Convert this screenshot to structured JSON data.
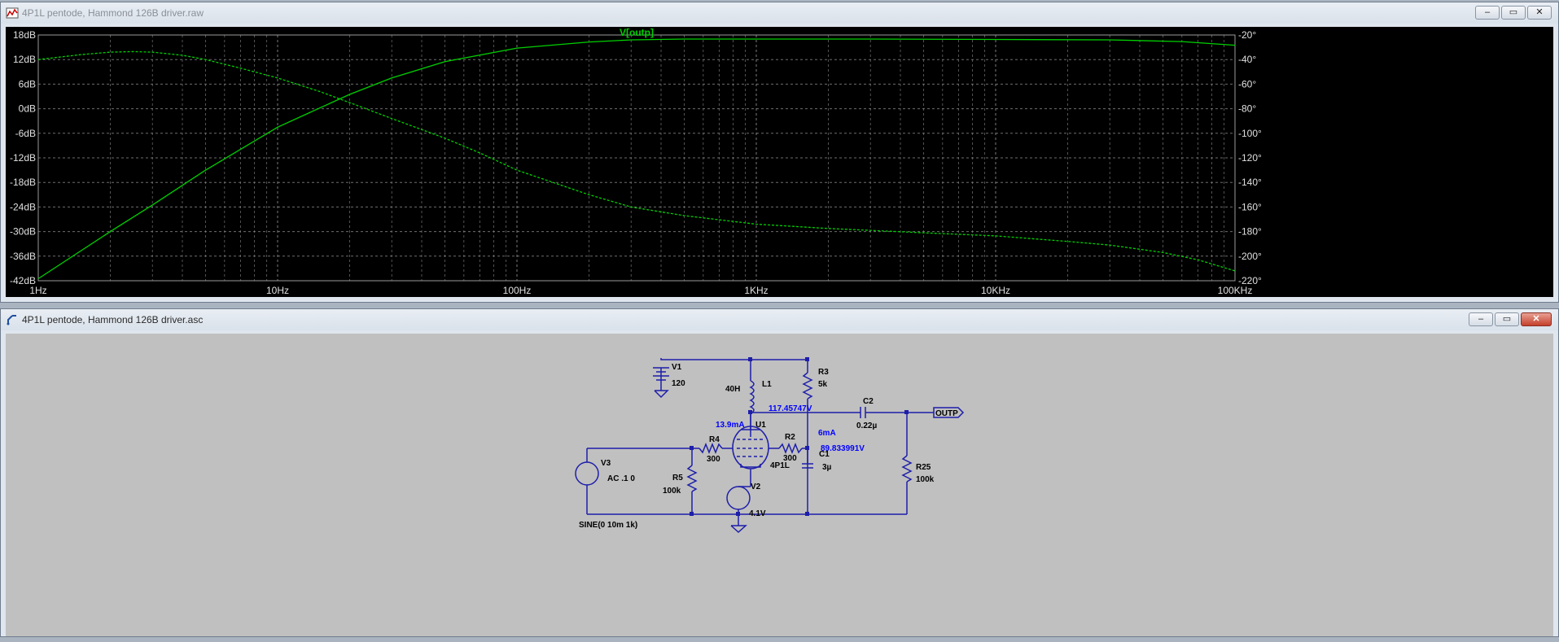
{
  "plot_window": {
    "title": "4P1L pentode, Hammond 126B driver.raw",
    "buttons": {
      "minimize": "–",
      "restore": "▭",
      "close": "✕"
    }
  },
  "schematic_window": {
    "title": "4P1L pentode, Hammond 126B driver.asc",
    "buttons": {
      "minimize": "–",
      "restore": "▭",
      "close": "✕"
    }
  },
  "colors": {
    "trace": "#00d000",
    "grid": "#8a8a8a",
    "axis_text": "#e0e0e0",
    "wire": "#1e1eaa",
    "annot": "#0000ff"
  },
  "chart_data": {
    "type": "line",
    "title": "V[outp]",
    "x_scale": "log",
    "xlim": [
      1,
      100000
    ],
    "x_ticks": [
      "1Hz",
      "10Hz",
      "100Hz",
      "1KHz",
      "10KHz",
      "100KHz"
    ],
    "left_axis": {
      "unit": "dB",
      "ylim": [
        -42,
        18
      ],
      "ticks": [
        "18dB",
        "12dB",
        "6dB",
        "0dB",
        "-6dB",
        "-12dB",
        "-18dB",
        "-24dB",
        "-30dB",
        "-36dB",
        "-42dB"
      ]
    },
    "right_axis": {
      "unit": "°",
      "ylim": [
        -220,
        -20
      ],
      "ticks": [
        "-20°",
        "-40°",
        "-60°",
        "-80°",
        "-100°",
        "-120°",
        "-140°",
        "-160°",
        "-180°",
        "-200°",
        "-220°"
      ]
    },
    "series": [
      {
        "name": "magnitude",
        "style": "solid",
        "axis": "left",
        "x": [
          1,
          2,
          3,
          5,
          10,
          20,
          30,
          50,
          100,
          200,
          300,
          500,
          1000,
          3000,
          10000,
          30000,
          60000,
          100000
        ],
        "y": [
          -41.5,
          -30,
          -23.5,
          -15,
          -4.5,
          3.5,
          7.5,
          11.5,
          14.8,
          16.3,
          16.8,
          17,
          17,
          17,
          16.9,
          16.8,
          16.4,
          15.5
        ]
      },
      {
        "name": "phase",
        "style": "dashed",
        "axis": "right",
        "x": [
          1,
          1.5,
          2,
          2.5,
          3,
          4,
          5,
          7,
          10,
          15,
          20,
          30,
          50,
          70,
          100,
          200,
          300,
          500,
          1000,
          2000,
          3000,
          5000,
          10000,
          20000,
          30000,
          50000,
          70000,
          100000
        ],
        "y": [
          -40,
          -36,
          -34,
          -33.5,
          -34,
          -36.5,
          -40,
          -47,
          -55,
          -66,
          -75,
          -88,
          -104,
          -116,
          -130,
          -150,
          -160,
          -167,
          -174,
          -177.5,
          -179,
          -181,
          -183.5,
          -188,
          -191,
          -197,
          -203,
          -212
        ]
      }
    ]
  },
  "schematic": {
    "labels": {
      "v1_name": "V1",
      "v1_val": "120",
      "l1_name": "L1",
      "l1_val": "40H",
      "r3_name": "R3",
      "r3_val": "5k",
      "c2_name": "C2",
      "c2_val": "0.22µ",
      "outp": "OUTP",
      "v_plate": "117.45747V",
      "i_plate": "13.9mA",
      "u1_name": "U1",
      "u1_val": "4P1L",
      "r2_name": "R2",
      "r2_val": "300",
      "i_screen": "6mA",
      "v_screen": "89.833991V",
      "c1_name": "C1",
      "c1_val": "3µ",
      "r4_name": "R4",
      "r4_val": "300",
      "v3_name": "V3",
      "v3_val": "AC .1 0",
      "r5_name": "R5",
      "r5_val": "100k",
      "v2_name": "V2",
      "v2_val": "4.1V",
      "r25_name": "R25",
      "r25_val": "100k",
      "sine": "SINE(0 10m 1k)"
    }
  }
}
